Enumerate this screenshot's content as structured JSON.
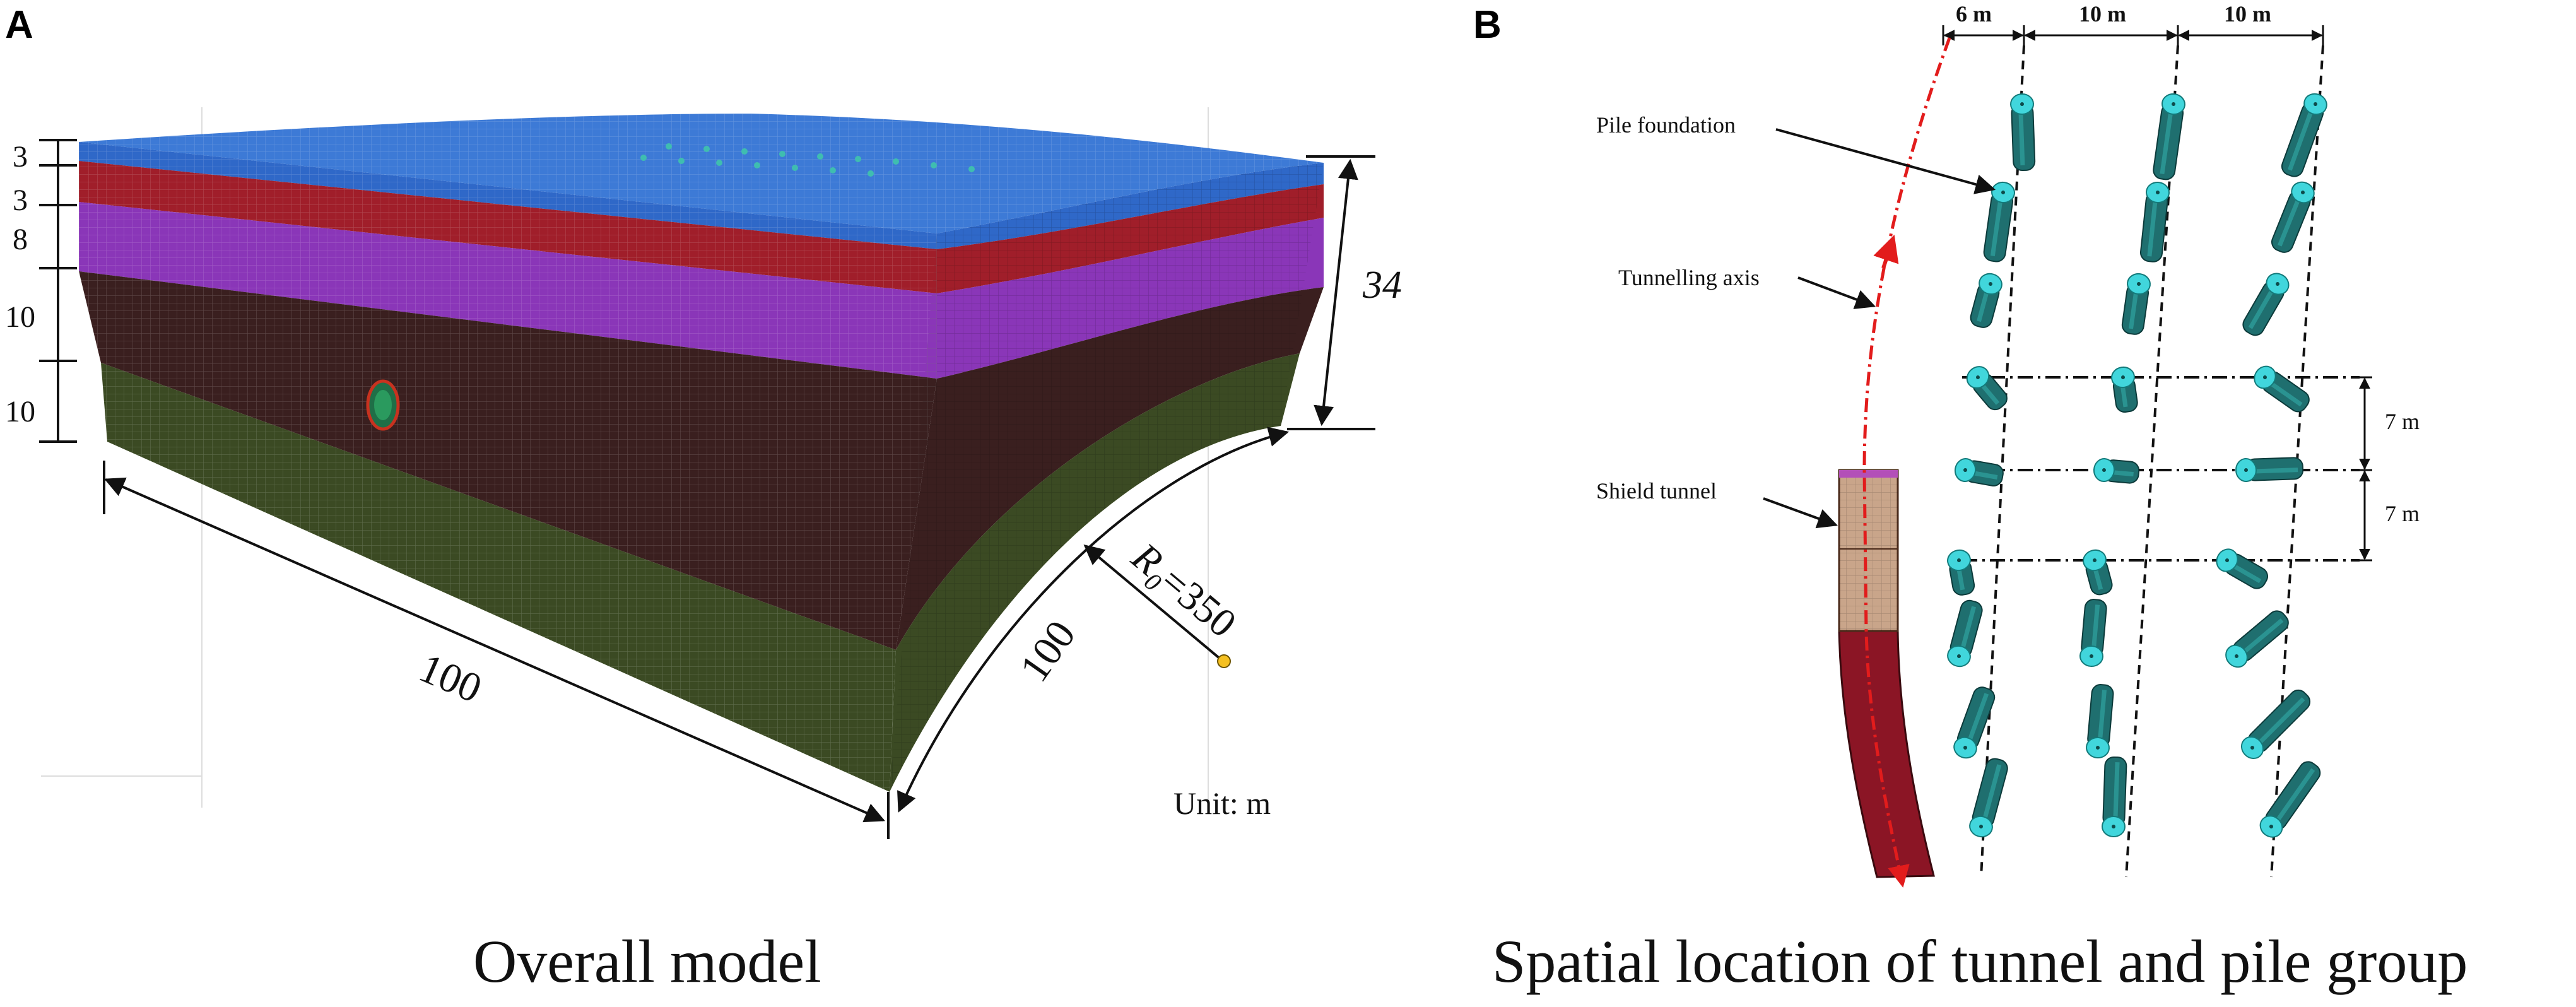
{
  "panel_a": {
    "letter": "A",
    "caption": "Overall model",
    "unit_label": "Unit: m",
    "layer_thicknesses": [
      "3",
      "3",
      "8",
      "10",
      "10"
    ],
    "total_depth": "34",
    "length_straight": "100",
    "length_curved": "100",
    "radius_symbol": "R",
    "radius_subscript": "0",
    "radius_value": "=350",
    "layer_colors": [
      "#2f68c8",
      "#a01e2a",
      "#8a36b8",
      "#3a1f1f",
      "#3b4a23"
    ]
  },
  "panel_b": {
    "letter": "B",
    "caption": "Spatial location of tunnel and pile group",
    "top_spacings": [
      "6 m",
      "10 m",
      "10 m"
    ],
    "side_spacings": [
      "7 m",
      "7 m"
    ],
    "labels": {
      "pile_foundation": "Pile foundation",
      "tunnelling_axis": "Tunnelling axis",
      "shield_tunnel": "Shield tunnel"
    },
    "colors": {
      "pile": "#1f6f6f",
      "pile_top": "#41d6dc",
      "axis": "#e21c1c",
      "tunnel": "#8b1525"
    }
  }
}
